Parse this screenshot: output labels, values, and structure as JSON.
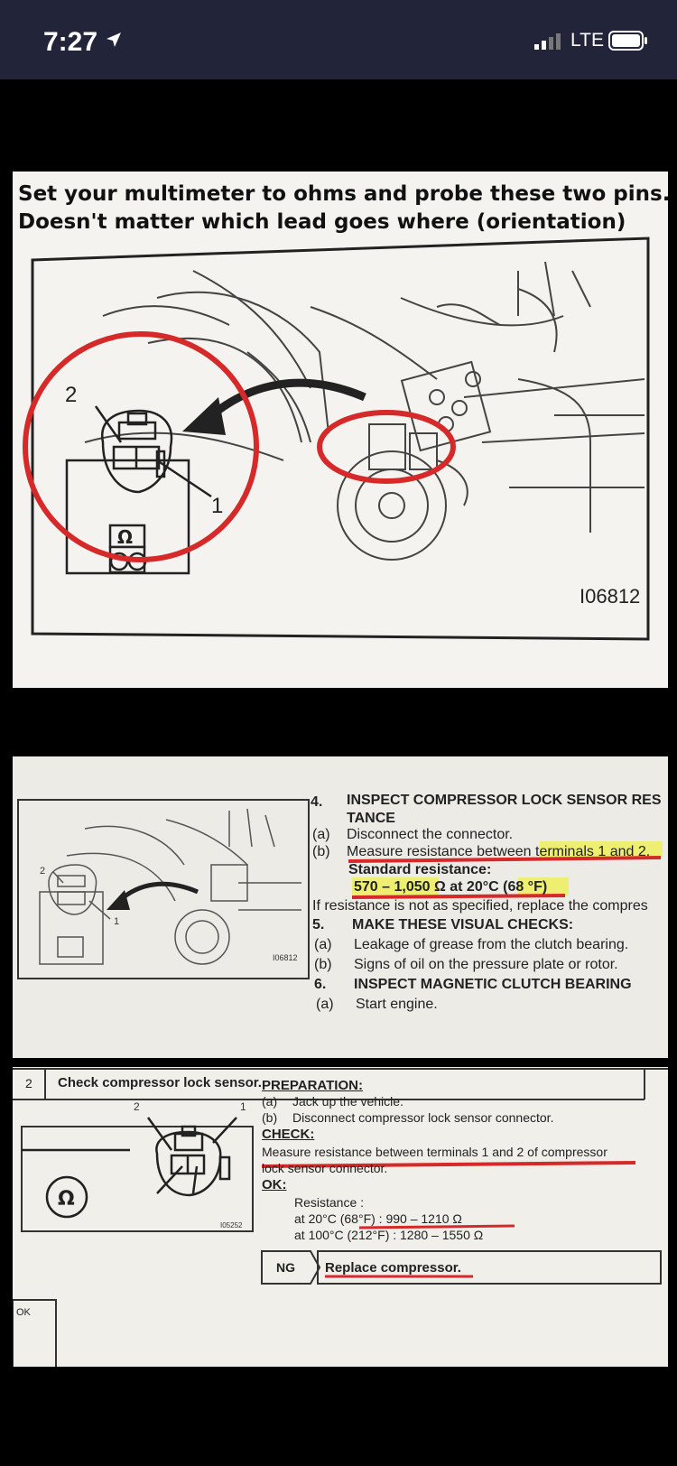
{
  "status_bar": {
    "time": "7:27",
    "network": "LTE"
  },
  "photo1": {
    "caption_line1": "Set your multimeter to ohms and probe these two pins.",
    "caption_line2": "Doesn't matter which lead goes where (orientation)",
    "pin_label_1": "1",
    "pin_label_2": "2",
    "ohm_symbol": "Ω",
    "figure_code": "I06812"
  },
  "photo2": {
    "pin_label_1": "1",
    "pin_label_2": "2",
    "figure_code": "I06812",
    "step4_num": "4.",
    "step4_title": "INSPECT COMPRESSOR LOCK SENSOR RES",
    "step4_title_cont": "TANCE",
    "a_label": "(a)",
    "a_text": "Disconnect the connector.",
    "b_label": "(b)",
    "b_text": "Measure resistance between terminals 1 and 2.",
    "std_label": "Standard resistance:",
    "std_value": "570 – 1,050 Ω at 20°C (68 °F)",
    "if_text": "If resistance is not as specified, replace the compres",
    "step5_num": "5.",
    "step5_title": "MAKE THESE VISUAL CHECKS:",
    "s5a_label": "(a)",
    "s5a_text": "Leakage of grease from the clutch bearing.",
    "s5b_label": "(b)",
    "s5b_text": "Signs of oil on the pressure plate or rotor.",
    "step6_num": "6.",
    "step6_title": "INSPECT MAGNETIC CLUTCH BEARING",
    "s6a_label": "(a)",
    "s6a_text": "Start engine."
  },
  "photo3": {
    "step_num": "2",
    "step_title": "Check compressor lock sensor.",
    "pin_label_1": "1",
    "pin_label_2": "2",
    "ohm_symbol": "Ω",
    "figure_code": "I05252",
    "prep_label": "PREPARATION:",
    "prep_a_label": "(a)",
    "prep_a": "Jack up the vehicle.",
    "prep_b_label": "(b)",
    "prep_b": "Disconnect compressor lock sensor connector.",
    "check_label": "CHECK:",
    "check_line1": "Measure resistance between terminals 1 and 2 of compressor",
    "check_line2": "lock sensor connector.",
    "ok_label": "OK:",
    "resistance_label": "Resistance :",
    "res_line1": "at 20°C (68°F) : 990 – 1210 Ω",
    "res_line2": "at 100°C (212°F) : 1280 – 1550 Ω",
    "ng_label": "NG",
    "ng_action": "Replace compressor.",
    "ok_footer": "OK"
  },
  "colors": {
    "annotation_red": "#d62a2a",
    "highlight_yellow": "#eef05a",
    "status_bar_bg": "#22243a"
  }
}
